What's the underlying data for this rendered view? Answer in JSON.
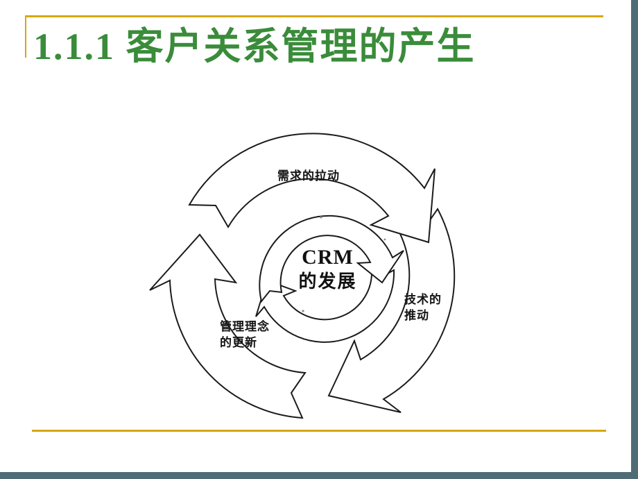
{
  "slide": {
    "title": "1.1.1 客户关系管理的产生"
  },
  "diagram": {
    "center_line1": "CRM",
    "center_line2": "的发展",
    "label_top": "需求的拉动",
    "label_right_line1": "技术的",
    "label_right_line2": "推动",
    "label_left_line1": "管理理念",
    "label_left_line2": "的更新"
  },
  "colors": {
    "title_green": "#3a8c3a",
    "accent_gold": "#d9a613",
    "frame_teal": "#4e6b76",
    "diagram_ink": "#1b1b1b",
    "background": "#ffffff"
  }
}
